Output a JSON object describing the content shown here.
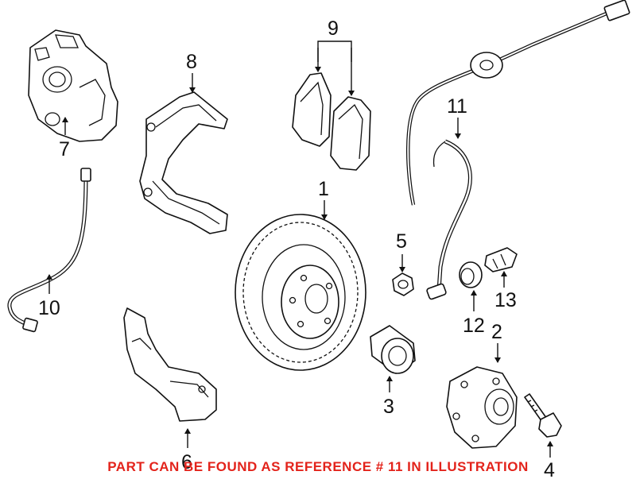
{
  "diagram": {
    "callouts": [
      "1",
      "2",
      "3",
      "4",
      "5",
      "6",
      "7",
      "8",
      "9",
      "10",
      "11",
      "12",
      "13"
    ],
    "footer_note": "PART CAN BE FOUND AS REFERENCE # 11 IN ILLUSTRATION",
    "colors": {
      "line": "#111111",
      "background": "#ffffff",
      "note": "#e3231b"
    }
  }
}
